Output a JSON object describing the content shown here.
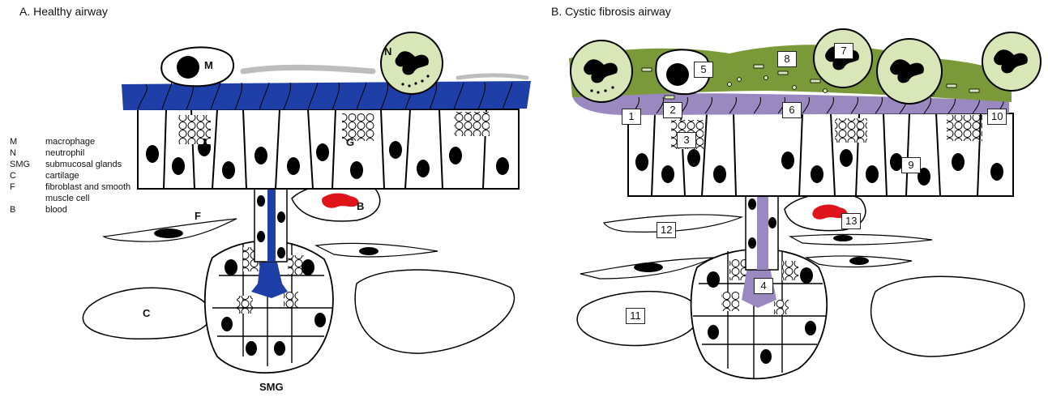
{
  "panel_a": {
    "title": "A. Healthy airway"
  },
  "panel_b": {
    "title": "B. Cystic fibrosis airway"
  },
  "legend": [
    {
      "abbr": "M",
      "desc": "macrophage"
    },
    {
      "abbr": "N",
      "desc": "neutrophil"
    },
    {
      "abbr": "SMG",
      "desc": "submucosal glands"
    },
    {
      "abbr": "C",
      "desc": "cartilage"
    },
    {
      "abbr": "F",
      "desc": "fibroblast and smooth muscle cell"
    },
    {
      "abbr": "B",
      "desc": "blood"
    }
  ],
  "labels_a": {
    "m": "M",
    "n": "N",
    "g": "G",
    "b": "B",
    "f": "F",
    "c": "C",
    "smg": "SMG"
  },
  "labels_b": [
    "1",
    "2",
    "3",
    "4",
    "5",
    "6",
    "7",
    "8",
    "9",
    "10",
    "11",
    "12",
    "13"
  ],
  "colors": {
    "healthy_mucus": "#1f3fa8",
    "cf_mucus": "#7a9a3a",
    "cf_periciliary": "#9a88c0",
    "blood": "#e0141b",
    "neutrophil_fill": "#d8e6b8",
    "cell_outline": "#000000"
  }
}
